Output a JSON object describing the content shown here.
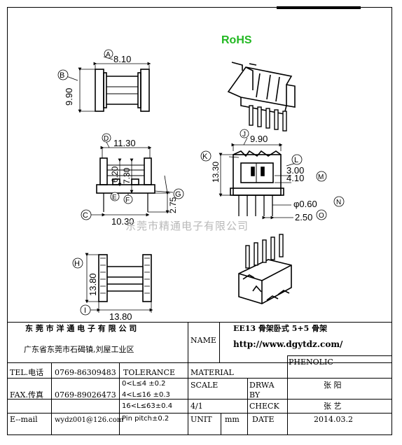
{
  "rohs_mark": "RoHS",
  "watermark": "东莞市精通电子有限公司",
  "dimensions": {
    "A": "A",
    "a_value": "8.10",
    "B": "B",
    "b_value": "9.90",
    "D": "D",
    "d_value": "11.30",
    "d2_value": "6.20",
    "d3_value": "7.30",
    "E": "E",
    "F": "F",
    "G": "G",
    "g_value": "2.75",
    "C": "C",
    "c_value": "10.30",
    "J": "J",
    "j_value": "9.90",
    "K": "K",
    "k_value": "13.30",
    "L": "L",
    "l_value": "3.00",
    "M": "M",
    "m_value": "4.10",
    "N": "N",
    "n_value": "φ0.60",
    "O": "O",
    "o_value": "2.50",
    "H": "H",
    "h_value": "13.80",
    "I": "I",
    "i_value": "13.80"
  },
  "title_block": {
    "company": "东 莞 市 洋 通 电 子 有 限 公 司",
    "address": "广东省东莞市石碣镇,刘屋工业区",
    "name_label": "NAME",
    "part_name": "EE13 骨架卧式 5+5 骨架",
    "website": "http://www.dgytdz.com/",
    "tel_label": "TEL.电话",
    "tel_value": "0769-86309483",
    "tolerance_label": "TOLERANCE",
    "material_label": "MATERIAL",
    "material_value": "PHENOLIC",
    "fax_label": "FAX.传真",
    "fax_value": "0769-89026473",
    "tol1": "0<L≤4   ±0.2",
    "tol2": "4<L≤16  ±0.3",
    "tol3": "16<L≤63±0.4",
    "tol4": "Pin pitch±0.2",
    "scale_label": "SCALE",
    "scale_value": "4/1",
    "drawn_label_1": "DRWA",
    "drawn_label_2": "BY",
    "drawn_value": "张 阳",
    "check_label": "CHECK",
    "check_value": "张 艺",
    "email_label": "E--mail",
    "email_value": "wydz001@126.com",
    "unit_label": "UNIT",
    "unit_value": "mm",
    "date_label": "DATE",
    "date_value": "2014.03.2"
  }
}
